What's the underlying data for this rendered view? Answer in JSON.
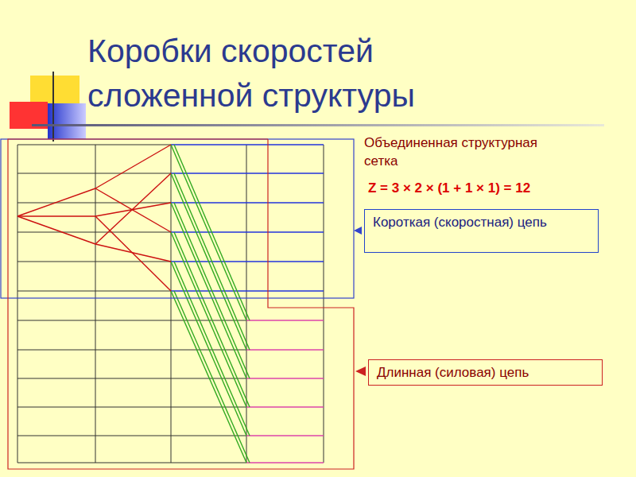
{
  "diagram": {
    "title": "Коробки скоростей сложенной структуры",
    "nodes": [
      {
        "text": [
          "Короткая (скоростная) цепь"
        ]
      },
      {
        "text": [
          "Длинная (силовая) цепь"
        ]
      }
    ],
    "labels": [
      "Объединенная структурная сетка",
      "Z = 3 × 2 × (1 + 1 × 1) = 12"
    ]
  }
}
